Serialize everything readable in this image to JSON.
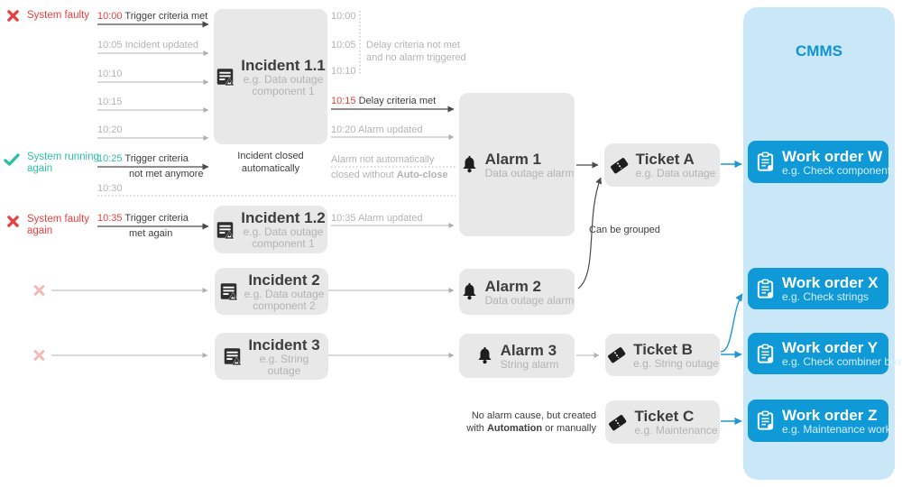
{
  "cmms": {
    "title": "CMMS"
  },
  "statuses": {
    "faulty": {
      "text": "System faulty"
    },
    "running": {
      "line1": "System running",
      "line2": "again"
    },
    "faulty_again": {
      "line1": "System faulty",
      "line2": "again"
    }
  },
  "timeline": {
    "left": {
      "t1000": {
        "time": "10:00",
        "label": "Trigger criteria met"
      },
      "t1005": {
        "time": "10:05",
        "label": "Incident updated"
      },
      "t1010": {
        "time": "10:10"
      },
      "t1015": {
        "time": "10:15"
      },
      "t1020": {
        "time": "10:20"
      },
      "t1025": {
        "time": "10:25",
        "label": "Trigger criteria",
        "label_below": "not met anymore"
      },
      "t1030": {
        "time": "10:30"
      },
      "t1035": {
        "time": "10:35",
        "label": "Trigger criteria",
        "label_below": "met again"
      }
    },
    "right": {
      "t1000": {
        "time": "10:00"
      },
      "t1005": {
        "time": "10:05"
      },
      "t1010": {
        "time": "10:10"
      },
      "delay_note": {
        "line1": "Delay criteria not met",
        "line2": "and no alarm triggered"
      },
      "t1015": {
        "time": "10:15",
        "label": "Delay criteria met"
      },
      "t1020": {
        "time": "10:20",
        "label": "Alarm updated"
      },
      "not_closed": {
        "line1": "Alarm not automatically",
        "line2_pre": "closed without ",
        "line2_bold": "Auto-close"
      },
      "t1035": {
        "time": "10:35",
        "label": "Alarm updated"
      }
    }
  },
  "nodes": {
    "inc11": {
      "title": "Incident 1.1",
      "sub1": "e.g. Data outage",
      "sub2": "component 1"
    },
    "inc12": {
      "title": "Incident 1.2",
      "sub1": "e.g. Data outage",
      "sub2": "component 1"
    },
    "inc2": {
      "title": "Incident 2",
      "sub1": "e.g. Data outage",
      "sub2": "component 2"
    },
    "inc3": {
      "title": "Incident 3",
      "sub1": "e.g. String",
      "sub2": "outage"
    },
    "alarm1": {
      "title": "Alarm 1",
      "sub1": "Data outage alarm"
    },
    "alarm2": {
      "title": "Alarm 2",
      "sub1": "Data outage alarm"
    },
    "alarm3": {
      "title": "Alarm 3",
      "sub1": "String alarm"
    },
    "ticketA": {
      "title": "Ticket A",
      "sub1": "e.g. Data outage"
    },
    "ticketB": {
      "title": "Ticket B",
      "sub1": "e.g. String outage"
    },
    "ticketC": {
      "title": "Ticket C",
      "sub1": "e.g. Maintenance"
    },
    "workW": {
      "title": "Work order W",
      "sub1": "e.g. Check components"
    },
    "workX": {
      "title": "Work order X",
      "sub1": "e.g. Check strings"
    },
    "workY": {
      "title": "Work order Y",
      "sub1": "e.g. Check combiner box"
    },
    "workZ": {
      "title": "Work order Z",
      "sub1": "e.g. Maintenance work"
    }
  },
  "notes": {
    "incident_closed": {
      "line1": "Incident closed",
      "line2": "automatically"
    },
    "can_be_grouped": "Can be grouped",
    "no_alarm": {
      "line1": "No alarm cause, but created",
      "line2_pre": "with ",
      "line2_bold": "Automation",
      "line2_post": " or manually"
    }
  },
  "colors": {
    "accent_blue": "#0f9ad7",
    "panel_blue": "#c9e7f7",
    "status_red": "#e8403f",
    "status_teal": "#2cbfa6",
    "faded_red": "#f2b7b7",
    "box_gray": "#e8e8e8",
    "text_dark": "#3d3d3d",
    "text_gray": "#b3b3b3"
  }
}
